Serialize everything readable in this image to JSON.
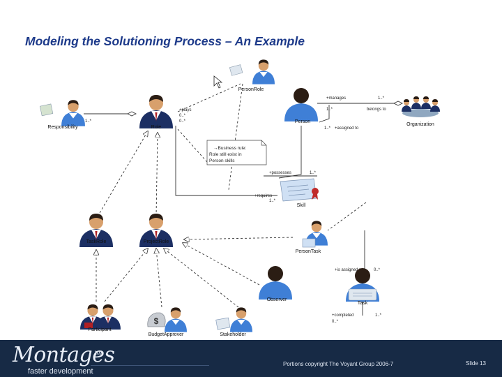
{
  "slide": {
    "title": "Modeling the Solutioning Process – An Example"
  },
  "diagram": {
    "nodes": {
      "person_role": "PersonRole",
      "responsibility": "Responsibility",
      "role": "Role",
      "person": "Person",
      "organization": "Organization",
      "skill": "Skill",
      "task_role": "TaskRole",
      "project_role": "ProjectRole",
      "person_task": "PersonTask",
      "observer": "Observer",
      "task": "Task",
      "participant": "Participant",
      "budget_approver": "BudgetApprover",
      "stakeholder": "Stakeholder"
    },
    "note_lines": [
      "→Business rule:",
      "Role still exist in",
      "Person skills"
    ],
    "edge_labels": {
      "resp_mult": "1..*",
      "role_plays": "+plays",
      "role_mult_a": "0..*",
      "role_mult_b": "0..*",
      "manages": "+manages",
      "manages_mult": "1..*",
      "person_mult": "1..*",
      "belongs_to": "belongs to",
      "assigned_to": "+assigned to",
      "assigned_mult": "1..*",
      "possesses": "+possesses",
      "possesses_mult": "1..*",
      "requires": "+requires",
      "requires_mult": "1..*",
      "is_assigned_to": "+is assigned to",
      "is_assigned_mult": "0..*",
      "completed": "+completed",
      "completed_mult": "1..*",
      "completed_mult_b": "0..*"
    }
  },
  "footer": {
    "logo": "Montages",
    "trademark": "tm",
    "tagline": "faster development",
    "copyright": "Portions copyright The Voyant Group 2006-7",
    "slide_number": "Slide 13"
  },
  "colors": {
    "title": "#1d3a8a",
    "footer_bg": "#172a45",
    "person_blue": "#3f7fd6",
    "person_dark": "#1c2f63",
    "skin": "#d8a06c",
    "hair": "#2b1d14"
  }
}
